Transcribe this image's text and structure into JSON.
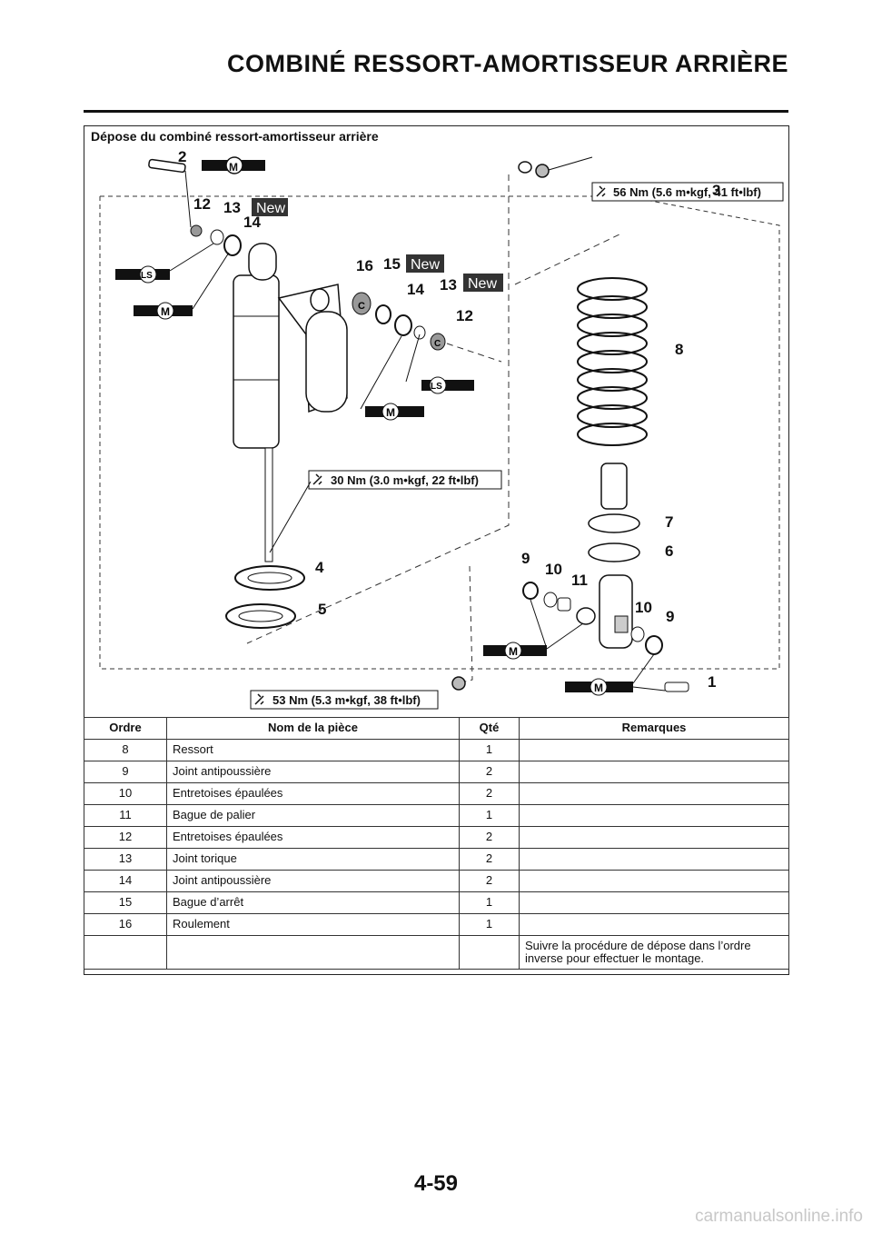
{
  "header": {
    "title": "COMBINÉ RESSORT-AMORTISSEUR ARRIÈRE"
  },
  "section": {
    "title": "Dépose du combiné ressort-amortisseur arrière"
  },
  "diagram": {
    "torque_top": "56 Nm (5.6 m•kgf, 41 ft•lbf)",
    "torque_mid": "30 Nm (3.0 m•kgf, 22 ft•lbf)",
    "torque_bottom": "53 Nm (5.3 m•kgf, 38 ft•lbf)",
    "new_label": "New",
    "symbols": {
      "moly": "M",
      "lithium": "LS",
      "cap": "C"
    },
    "callouts": [
      "1",
      "2",
      "3",
      "4",
      "5",
      "6",
      "7",
      "8",
      "9",
      "10",
      "11",
      "12",
      "13",
      "14",
      "15",
      "16"
    ]
  },
  "table": {
    "headers": [
      "Ordre",
      "Nom de la pièce",
      "Qté",
      "Remarques"
    ],
    "rows": [
      {
        "order": "8",
        "name": "Ressort",
        "qty": "1",
        "remarks": ""
      },
      {
        "order": "9",
        "name": "Joint antipoussière",
        "qty": "2",
        "remarks": ""
      },
      {
        "order": "10",
        "name": "Entretoises épaulées",
        "qty": "2",
        "remarks": ""
      },
      {
        "order": "11",
        "name": "Bague de palier",
        "qty": "1",
        "remarks": ""
      },
      {
        "order": "12",
        "name": "Entretoises épaulées",
        "qty": "2",
        "remarks": ""
      },
      {
        "order": "13",
        "name": "Joint torique",
        "qty": "2",
        "remarks": ""
      },
      {
        "order": "14",
        "name": "Joint antipoussière",
        "qty": "2",
        "remarks": ""
      },
      {
        "order": "15",
        "name": "Bague d’arrêt",
        "qty": "1",
        "remarks": ""
      },
      {
        "order": "16",
        "name": "Roulement",
        "qty": "1",
        "remarks": ""
      },
      {
        "order": "",
        "name": "",
        "qty": "",
        "remarks": "Suivre la procédure de dépose dans l’ordre inverse pour effectuer le montage."
      }
    ]
  },
  "footer": {
    "page_number": "4-59",
    "watermark": "carmanualsonline.info"
  }
}
